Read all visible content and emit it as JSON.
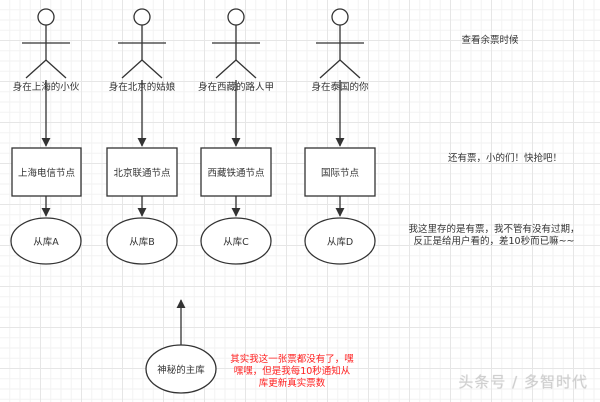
{
  "actors": [
    {
      "label": "身在上海的小伙"
    },
    {
      "label": "身在北京的姑娘"
    },
    {
      "label": "身在西藏的路人甲"
    },
    {
      "label": "身在泰国的你"
    }
  ],
  "nodes": [
    {
      "label": "上海电信节点"
    },
    {
      "label": "北京联通节点"
    },
    {
      "label": "西藏铁通节点"
    },
    {
      "label": "国际节点"
    }
  ],
  "replicas": [
    {
      "label": "从库A"
    },
    {
      "label": "从库B"
    },
    {
      "label": "从库C"
    },
    {
      "label": "从库D"
    }
  ],
  "master": {
    "label": "神秘的主库"
  },
  "notes": {
    "query": "查看余票时候",
    "have_tickets": "还有票，小的们！快抢吧！",
    "replica_note": "我这里存的是有票，我不管有没有过期，反正是给用户看的，差10秒而已嘛~~",
    "master_note": "其实我这一张票都没有了，嘿嘿嘿，但是我每10秒通知从库更新真实票数"
  },
  "watermark": "头条号 / 多智时代",
  "colors": {
    "stroke": "#333333",
    "text": "#333333",
    "alert_text": "#ff2020",
    "grid": "#e6e6e6"
  }
}
